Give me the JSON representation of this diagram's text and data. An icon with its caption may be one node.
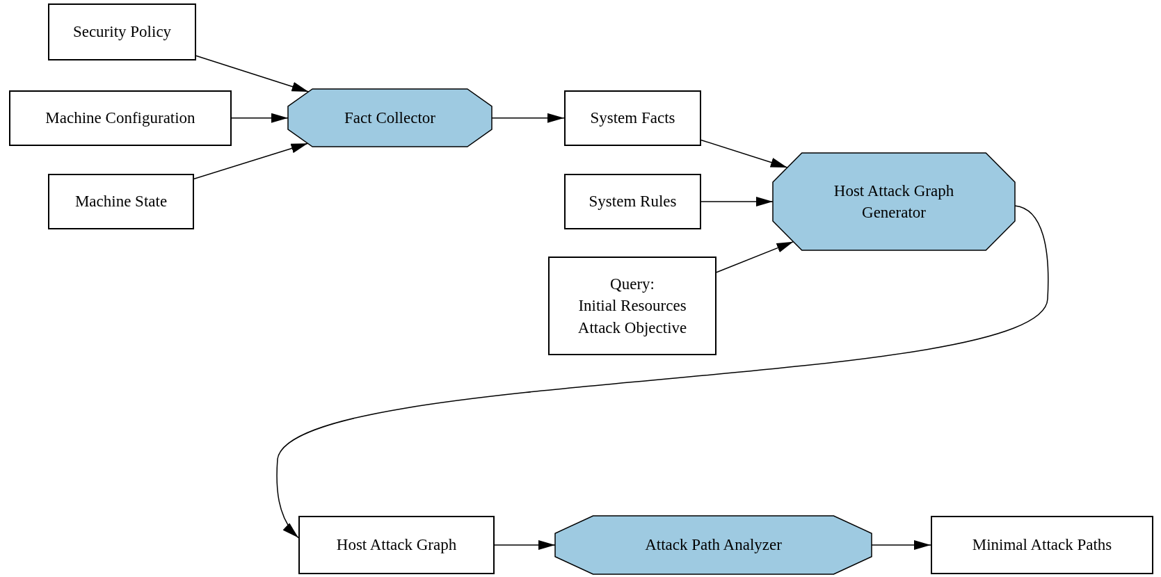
{
  "diagram": {
    "nodes": [
      {
        "text": [
          "Security Policy"
        ]
      },
      {
        "text": [
          "Machine Configuration"
        ]
      },
      {
        "text": [
          "Machine State"
        ]
      },
      {
        "text": [
          "Fact Collector"
        ]
      },
      {
        "text": [
          "System Facts"
        ]
      },
      {
        "text": [
          "System Rules"
        ]
      },
      {
        "text": [
          "Query:",
          "Initial Resources",
          "Attack Objective"
        ]
      },
      {
        "text": [
          "Host Attack Graph Generator"
        ]
      },
      {
        "text": [
          "Host Attack Graph"
        ]
      },
      {
        "text": [
          "Attack Path Analyzer"
        ]
      },
      {
        "text": [
          "Minimal Attack Paths"
        ]
      }
    ],
    "edges": [
      {
        "from": 0,
        "to": 3,
        "arrow": "to"
      },
      {
        "from": 1,
        "to": 3,
        "arrow": "to"
      },
      {
        "from": 2,
        "to": 3,
        "arrow": "to"
      },
      {
        "from": 3,
        "to": 4,
        "arrow": "to"
      },
      {
        "from": 4,
        "to": 7,
        "arrow": "to"
      },
      {
        "from": 5,
        "to": 7,
        "arrow": "to"
      },
      {
        "from": 6,
        "to": 7,
        "arrow": "to"
      },
      {
        "from": 7,
        "to": 8,
        "arrow": "to"
      },
      {
        "from": 8,
        "to": 9,
        "arrow": "to"
      },
      {
        "from": 9,
        "to": 10,
        "arrow": "to"
      }
    ]
  }
}
